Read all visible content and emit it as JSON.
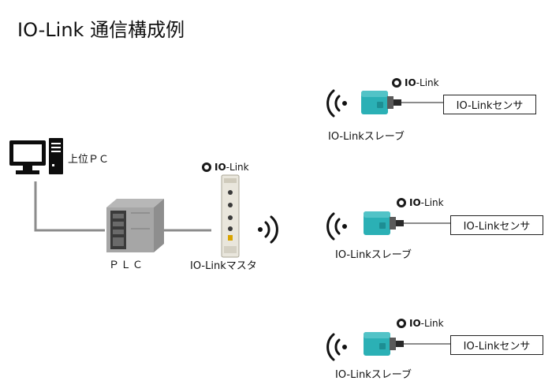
{
  "title": "IO-Link 通信構成例",
  "pc": {
    "label": "上位ＰＣ"
  },
  "plc": {
    "label": "ＰＬＣ"
  },
  "master": {
    "label": "IO-Linkマスタ",
    "logo": {
      "io": "IO",
      "link": "-Link"
    }
  },
  "slaves": [
    {
      "label": "IO-Linkスレーブ",
      "sensor": "IO-Linkセンサ",
      "logo": {
        "io": "IO",
        "link": "-Link"
      }
    },
    {
      "label": "IO-Linkスレーブ",
      "sensor": "IO-Linkセンサ",
      "logo": {
        "io": "IO",
        "link": "-Link"
      }
    },
    {
      "label": "IO-Linkスレーブ",
      "sensor": "IO-Linkセンサ",
      "logo": {
        "io": "IO",
        "link": "-Link"
      }
    }
  ],
  "colors": {
    "line": "#8c8c8c",
    "teal": "#2bb0b5",
    "teal_dark": "#1d8e93",
    "device_gray": "#5a5a5a"
  }
}
